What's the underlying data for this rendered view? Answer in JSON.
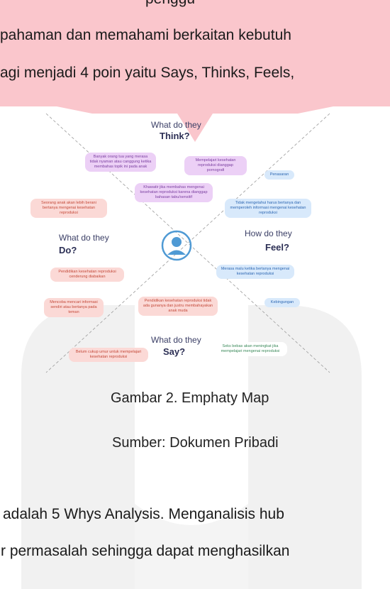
{
  "top_text": {
    "line0": "penggu",
    "line1": "pahaman dan memahami berkaitan kebutuh",
    "line2": "agi menjadi 4 poin yaitu Says, Thinks, Feels,"
  },
  "empathy_map": {
    "think": {
      "title": "What do they",
      "bold": "Think?"
    },
    "do": {
      "title": "What do they",
      "bold": "Do?"
    },
    "feel": {
      "title": "How do they",
      "bold": "Feel?"
    },
    "say": {
      "title": "What do they",
      "bold": "Say?"
    },
    "notes": {
      "think1": "Banyak orang tua yang merasa tidak nyaman atau canggung ketika membahas topik ini pada anak",
      "think2": "Mempelajari kesehatan reproduksi dianggap pornografi",
      "think3": "Khawatir jika membahas mengenai kesehatan reproduksi karena dianggap bahasan tabu/sensitif",
      "feel1": "Penasaran",
      "feel2": "Tidak mengetahui harus bertanya dan memperoleh informasi mengenai kesehatan reproduksi",
      "feel3": "Merasa malu ketika bertanya mengenai kesehatan reproduksi",
      "feel4": "Kebingungan",
      "do1": "Seorang anak akan lebih berani bertanya mengenai kesehatan reproduksi",
      "do2": "Pendidikan kesehatan reproduksi cenderung diabaikan",
      "do3": "Mencoba mencari informasi sendiri atau bertanya pada teman",
      "say1": "Pendidikan kesehatan reproduksi tidak ada gunanya dan justru membahayakan anak muda",
      "say2": "Belum cukup umur untuk mempelajari kesehatan reproduksi",
      "say3": "Seks bebas akan meningkat jika mempelajari mengenai reproduksi"
    }
  },
  "caption": {
    "figure": "Gambar 2. Emphaty Map",
    "source": "Sumber: Dokumen Pribadi"
  },
  "bottom_text": {
    "line1": "adalah 5 Whys Analysis. Menganalisis hub",
    "line2": "r permasalah sehingga dapat menghasilkan"
  },
  "colors": {
    "band": "#fac6cc",
    "watermark": "#f1f1f1"
  }
}
